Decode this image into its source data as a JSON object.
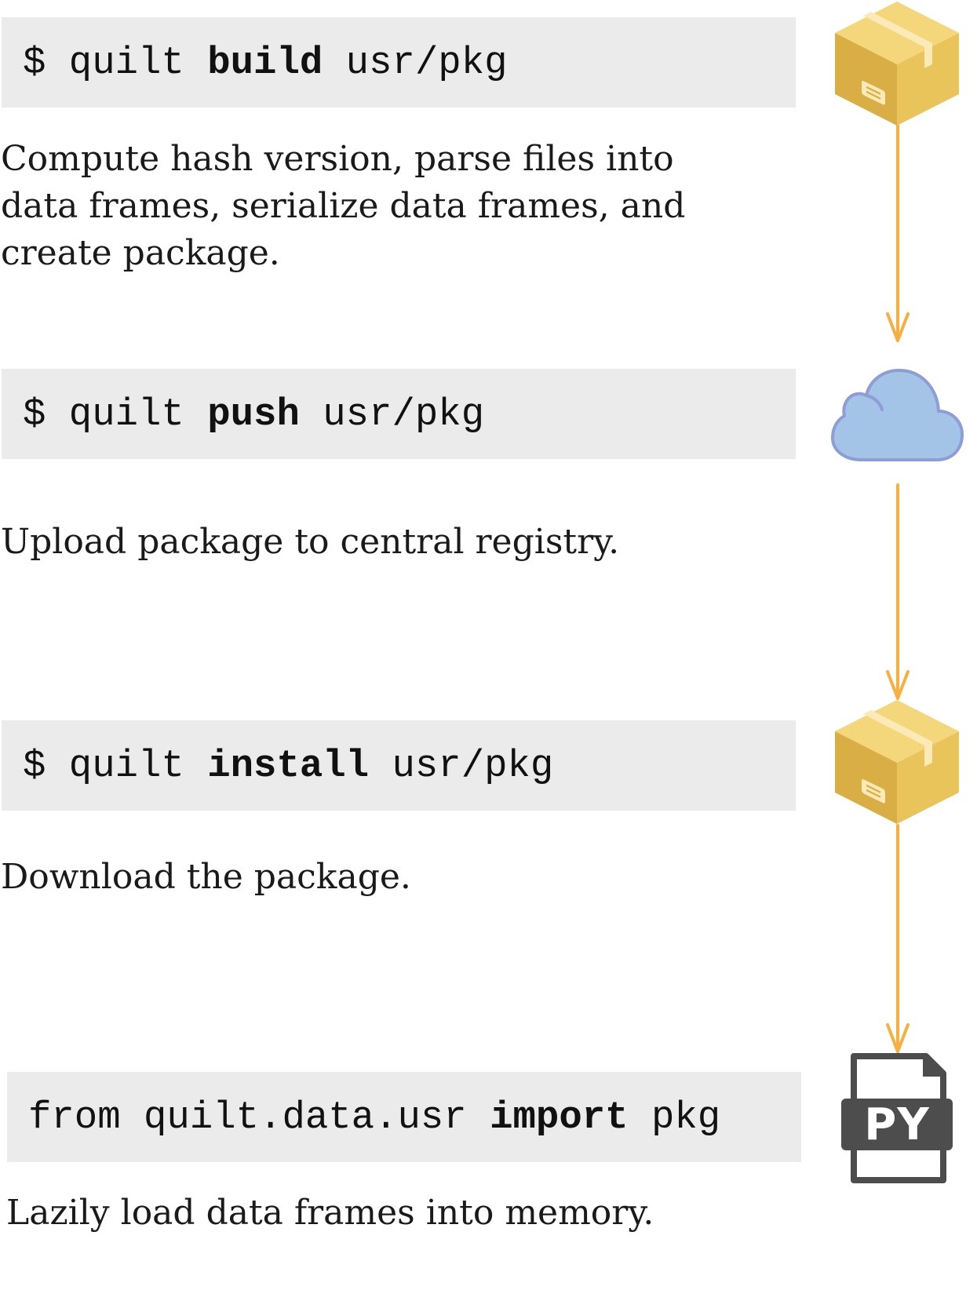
{
  "steps": [
    {
      "cmd_prefix": "$ quilt ",
      "cmd_keyword": "build",
      "cmd_suffix": " usr/pkg",
      "description": "Compute hash version, parse files into data frames, serialize data frames, and create package.",
      "icon": "package-box-icon"
    },
    {
      "cmd_prefix": "$ quilt ",
      "cmd_keyword": "push",
      "cmd_suffix": " usr/pkg",
      "description": "Upload package to central registry.",
      "icon": "cloud-icon"
    },
    {
      "cmd_prefix": "$ quilt ",
      "cmd_keyword": "install",
      "cmd_suffix": " usr/pkg",
      "description": "Download the package.",
      "icon": "package-box-icon"
    },
    {
      "cmd_prefix": "from quilt.data.usr ",
      "cmd_keyword": "import",
      "cmd_suffix": " pkg",
      "description": "Lazily load data frames into memory.",
      "icon": "python-file-icon",
      "icon_label": "PY"
    }
  ],
  "colors": {
    "code_background": "#ebebeb",
    "arrow": "#f5b041",
    "box": "#e9c45a",
    "cloud": "#a3c4e6",
    "cloud_stroke": "#8e9dd6",
    "file": "#4d4d4d"
  }
}
